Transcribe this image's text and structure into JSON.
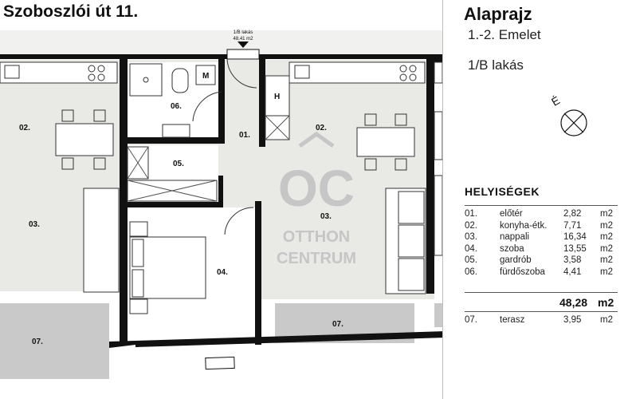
{
  "address": "Szoboszlói út 11.",
  "panel": {
    "title": "Alaprajz",
    "floor": "1.-2. Emelet",
    "unit": "1/B lakás"
  },
  "compass": {
    "label": "É",
    "icon": "north-arrow-compass-icon"
  },
  "entrance": {
    "line1": "1/B lakás",
    "line2": "48,41 m2"
  },
  "logo": {
    "monogram": "OC",
    "line1": "OTTHON",
    "line2": "CENTRUM"
  },
  "plan_labels": {
    "l01": "01.",
    "l02a": "02.",
    "l02b": "02.",
    "l03a": "03.",
    "l03b": "03.",
    "l04": "04.",
    "l05": "05.",
    "l06": "06.",
    "l07a": "07.",
    "l07b": "07.",
    "wm": "M",
    "ho": "H"
  },
  "rooms_heading": "HELYISÉGEK",
  "rooms": [
    {
      "num": "01.",
      "name": "előtér",
      "area": "2,82",
      "unit": "m2"
    },
    {
      "num": "02.",
      "name": "konyha-étk.",
      "area": "7,71",
      "unit": "m2"
    },
    {
      "num": "03.",
      "name": "nappali",
      "area": "16,34",
      "unit": "m2"
    },
    {
      "num": "04.",
      "name": "szoba",
      "area": "13,55",
      "unit": "m2"
    },
    {
      "num": "05.",
      "name": "gardrób",
      "area": "3,58",
      "unit": "m2"
    },
    {
      "num": "06.",
      "name": "fürdőszoba",
      "area": "4,41",
      "unit": "m2"
    }
  ],
  "total": {
    "value": "48,28",
    "unit": "m2"
  },
  "terrace": {
    "num": "07.",
    "name": "terasz",
    "area": "3,95",
    "unit": "m2"
  }
}
